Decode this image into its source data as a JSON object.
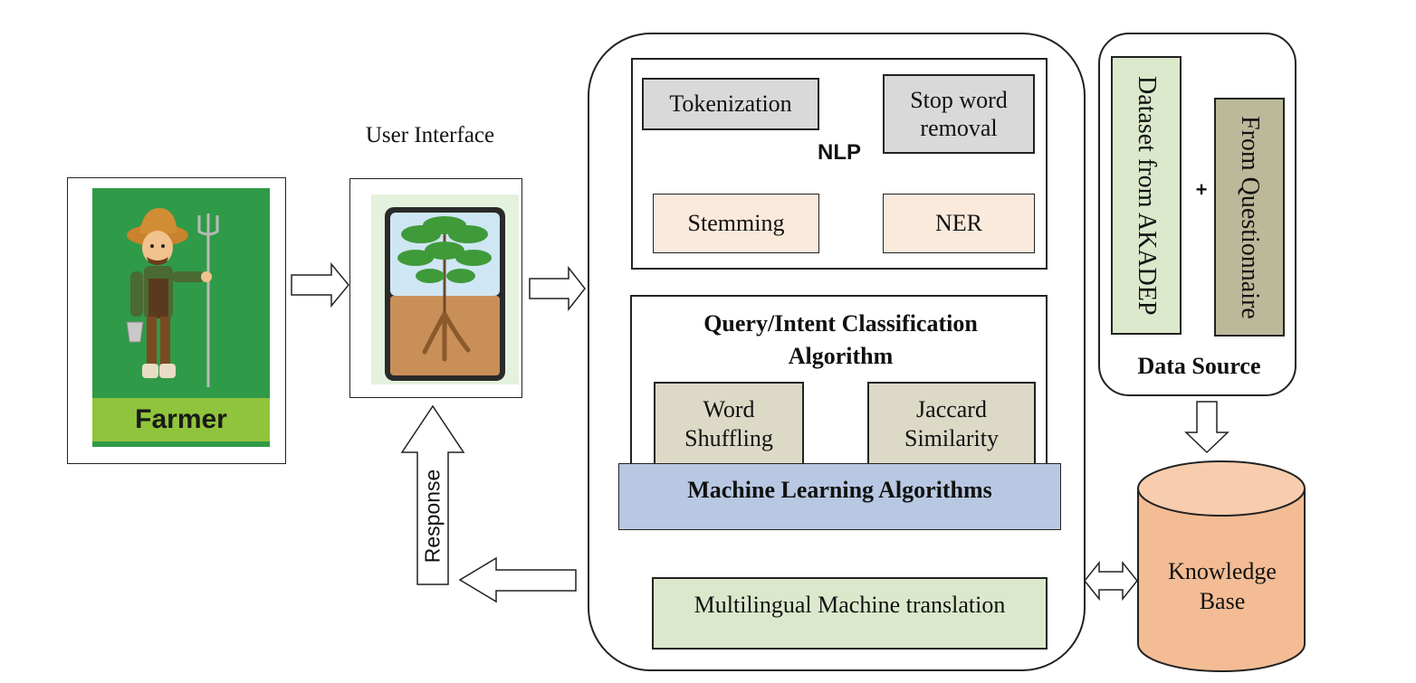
{
  "farmer": {
    "label": "Farmer"
  },
  "user_interface": {
    "caption": "User Interface"
  },
  "response": {
    "label": "Response"
  },
  "nlp": {
    "title": "NLP",
    "tokenization": "Tokenization",
    "stop_word_line1": "Stop word",
    "stop_word_line2": "removal",
    "stemming": "Stemming",
    "ner": "NER"
  },
  "classification": {
    "title_line1": "Query/Intent Classification",
    "title_line2": "Algorithm",
    "word_shuffling_line1": "Word",
    "word_shuffling_line2": "Shuffling",
    "jaccard_line1": "Jaccard",
    "jaccard_line2": "Similarity"
  },
  "ml": {
    "label": "Machine Learning Algorithms"
  },
  "translation": {
    "label": "Multilingual Machine translation"
  },
  "data_source": {
    "akadep": "Dataset from AKADEP",
    "plus": "+",
    "questionnaire": "From Questionnaire",
    "title": "Data Source"
  },
  "knowledge_base": {
    "line1": "Knowledge",
    "line2": "Base"
  },
  "colors": {
    "gray_box": "#d9d9d9",
    "peach_box": "#fbe9dc",
    "tan_box": "#dcd9c6",
    "ml_blue": "#b8c8e2",
    "green_box": "#dce8cc",
    "olive_box": "#bcb99a",
    "kb_orange": "#f3bc94",
    "farmer_green": "#2f9a48",
    "farmer_band": "#8fc43c"
  }
}
